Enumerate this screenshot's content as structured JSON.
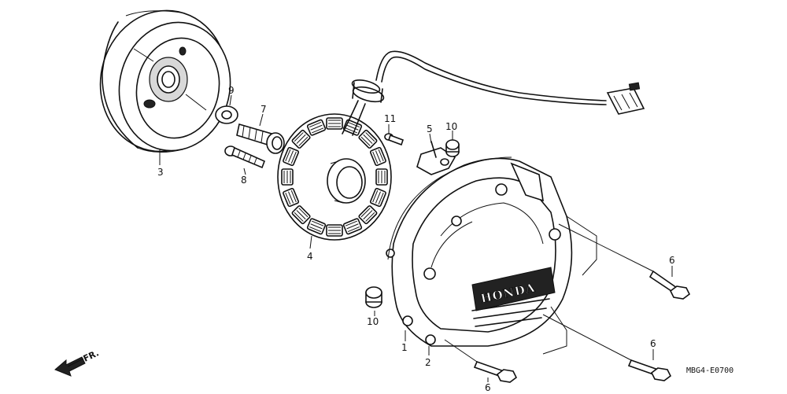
{
  "diagram": {
    "part_numbers": {
      "p1": "1",
      "p2": "2",
      "p3": "3",
      "p4": "4",
      "p5": "5",
      "p6a": "6",
      "p6b": "6",
      "p6c": "6",
      "p7": "7",
      "p8": "8",
      "p9": "9",
      "p10a": "10",
      "p10b": "10",
      "p11": "11"
    },
    "cover_brand": "HONDA",
    "direction_label": "FR.",
    "diagram_code": "MBG4-E0700"
  }
}
